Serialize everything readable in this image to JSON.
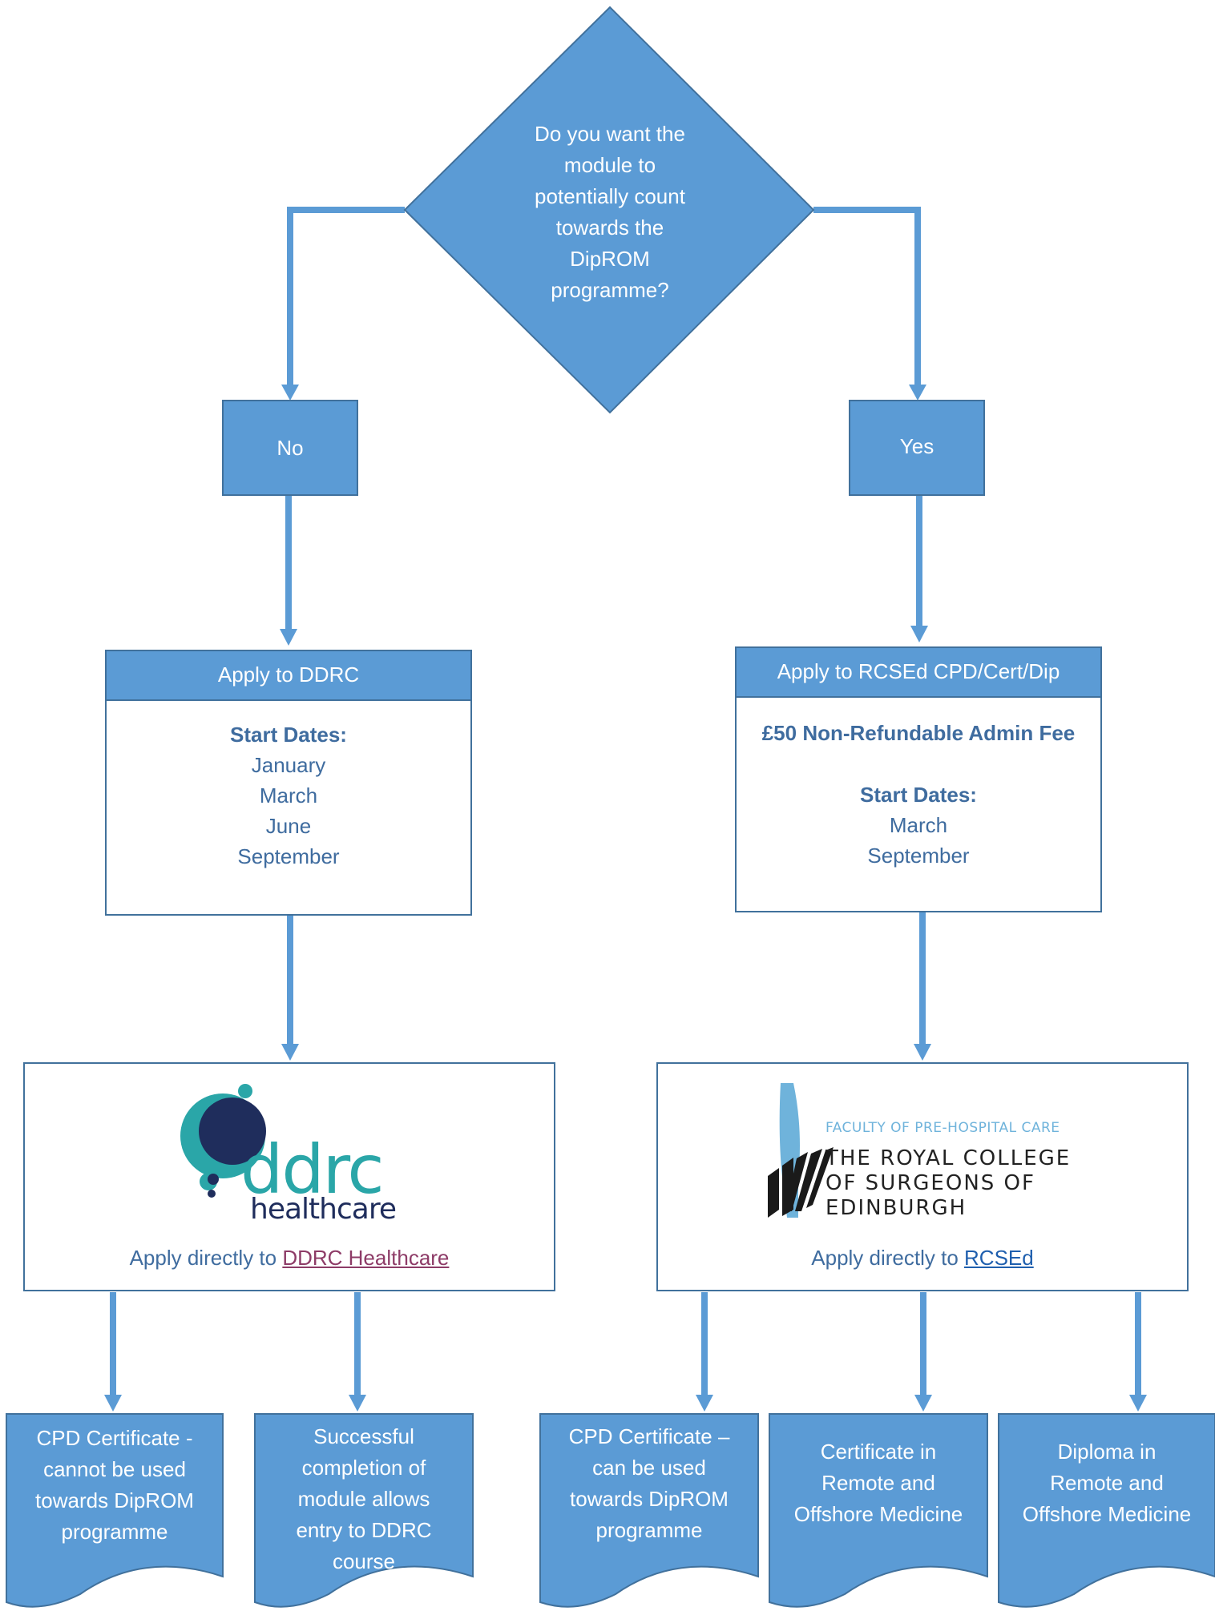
{
  "decision": {
    "lines": [
      "Do you want the",
      "module to",
      "potentially count",
      "towards the",
      "DipROM",
      "programme?"
    ]
  },
  "branches": {
    "no": {
      "label": "No"
    },
    "yes": {
      "label": "Yes"
    }
  },
  "ddrc_box": {
    "header": "Apply to DDRC",
    "start_dates_label": "Start Dates:",
    "dates": [
      "January",
      "March",
      "June",
      "September"
    ]
  },
  "rcsed_box": {
    "header": "Apply to RCSEd CPD/Cert/Dip",
    "fee": "£50 Non-Refundable Admin Fee",
    "start_dates_label": "Start Dates:",
    "dates": [
      "March",
      "September"
    ]
  },
  "ddrc_logo_box": {
    "logo_text_main": "ddrc",
    "logo_text_sub": "healthcare",
    "apply_prefix": "Apply directly to ",
    "apply_link": "DDRC Healthcare"
  },
  "rcsed_logo_box": {
    "logo_line1": "FACULTY OF PRE-HOSPITAL CARE",
    "logo_line2": "THE ROYAL COLLEGE",
    "logo_line3": "OF SURGEONS OF",
    "logo_line4": "EDINBURGH",
    "apply_prefix": "Apply directly to ",
    "apply_link": "RCSEd"
  },
  "outcomes": [
    {
      "lines": [
        "CPD Certificate  -",
        "cannot be used",
        "towards DipROM",
        "programme"
      ]
    },
    {
      "lines": [
        "Successful",
        "completion of",
        "module allows",
        "entry to DDRC",
        "course"
      ]
    },
    {
      "lines": [
        "CPD Certificate –",
        "can be used",
        "towards DipROM",
        "programme"
      ]
    },
    {
      "lines": [
        "Certificate in",
        "Remote and",
        "Offshore Medicine"
      ]
    },
    {
      "lines": [
        "Diploma in",
        "Remote and",
        "Offshore Medicine"
      ]
    }
  ],
  "colors": {
    "shape_fill": "#5b9bd5",
    "shape_stroke": "#41719c",
    "arrow": "#5b9bd5",
    "text_blue": "#3f6c9f",
    "ddrc_teal": "#2aa6a8",
    "ddrc_navy": "#1f2d5c",
    "rcsed_blue": "#6fb3db"
  }
}
